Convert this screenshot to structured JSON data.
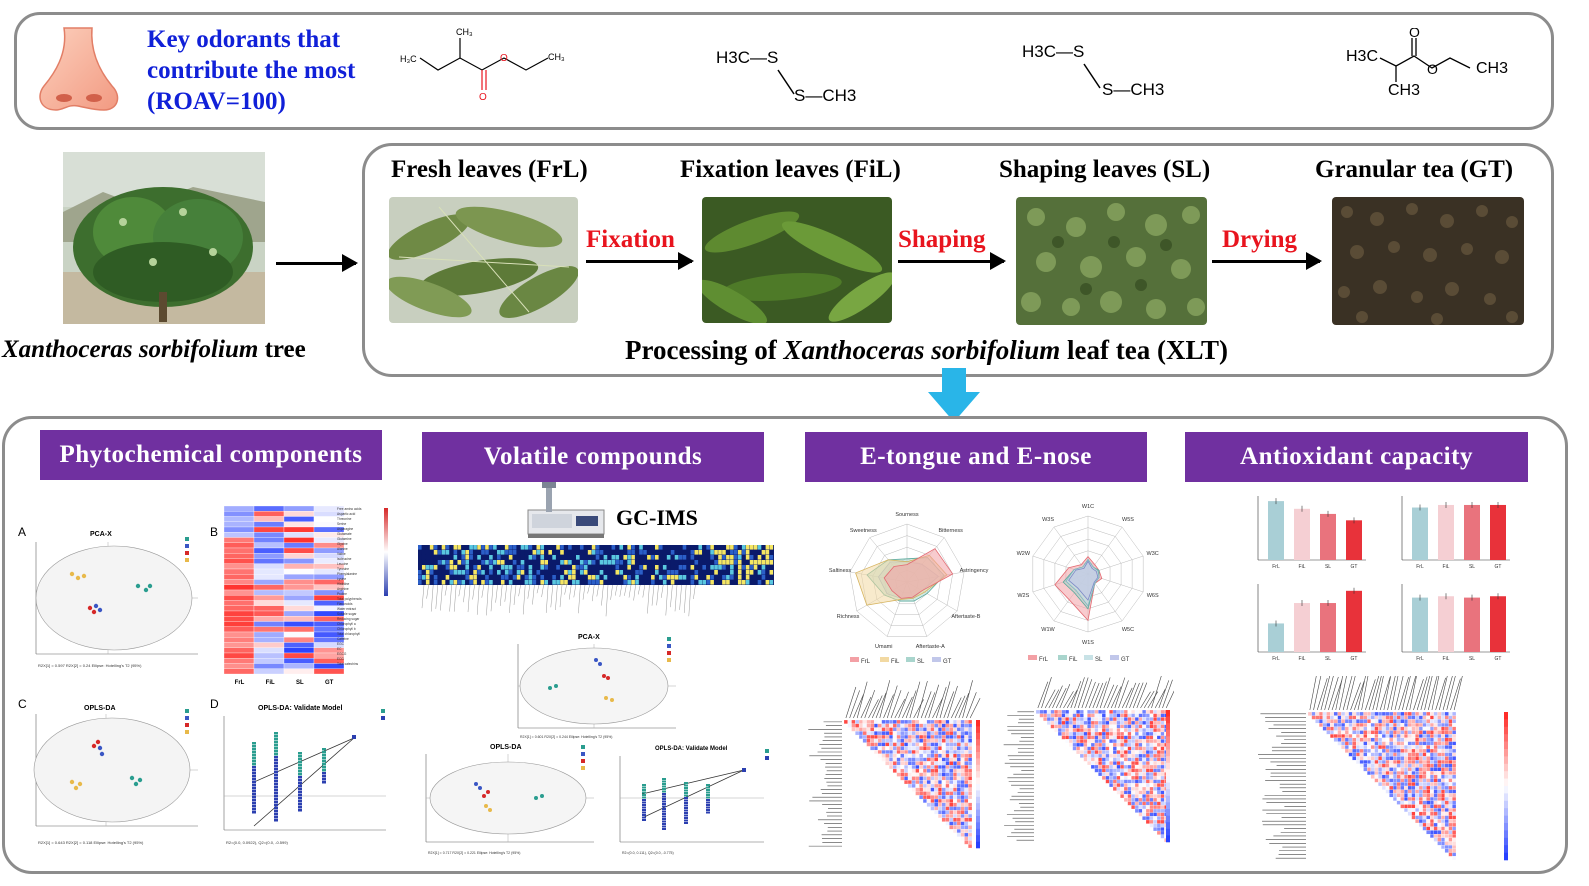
{
  "top_panel": {
    "title_lines": [
      "Key odorants that",
      "contribute the most",
      "(ROAV=100)"
    ],
    "structures": [
      {
        "label": "ethyl 2-methylbutanoate structure"
      },
      {
        "label": "dimethyl disulfide structure A",
        "top": "H3C—S",
        "bottom": "S—CH3"
      },
      {
        "label": "dimethyl disulfide structure B",
        "top": "H3C—S",
        "bottom": "S—CH3"
      },
      {
        "label": "ethyl isobutyrate structure",
        "left": "H3C",
        "bottom": "CH3",
        "right": "CH3"
      }
    ]
  },
  "tree": {
    "caption_italic": "Xanthoceras sorbifolium",
    "caption_rest": " tree"
  },
  "processing": {
    "stages": [
      "Fresh leaves (FrL)",
      "Fixation leaves (FiL)",
      "Shaping leaves (SL)",
      "Granular tea (GT)"
    ],
    "steps": [
      "Fixation",
      "Shaping",
      "Drying"
    ],
    "caption_pre": "Processing of ",
    "caption_italic": "Xanthoceras sorbifolium",
    "caption_post": " leaf tea (XLT)"
  },
  "sections": [
    {
      "title": "Phytochemical components"
    },
    {
      "title": "Volatile compounds"
    },
    {
      "title": "E-tongue and E-nose"
    },
    {
      "title": "Antioxidant capacity"
    }
  ],
  "phyto": {
    "panel_letters": [
      "A",
      "B",
      "C",
      "D"
    ],
    "pca_title": "PCA-X",
    "oplsda_title": "OPLS-DA",
    "validate_title": "OPLS-DA: Validate Model",
    "heatmap_x": [
      "FrL",
      "FiL",
      "SL",
      "GT"
    ]
  },
  "volatile": {
    "gcims": "GC-IMS",
    "pca_title": "PCA-X",
    "oplsda_title": "OPLS-DA",
    "validate_title": "OPLS-DA: Validate Model"
  },
  "etongue": {
    "axes": [
      "Sourness",
      "Bitterness",
      "Astringency",
      "Aftertaste-B",
      "Aftertaste-A",
      "Umami",
      "Richness",
      "Saltiness",
      "Sweetness"
    ],
    "legend": [
      "FrL",
      "FiL",
      "SL",
      "GT"
    ]
  },
  "enose": {
    "axes": [
      "W1C",
      "W5S",
      "W3C",
      "W6S",
      "W5C",
      "W1S",
      "W1W",
      "W2S",
      "W2W",
      "W3S"
    ],
    "legend": [
      "FrL",
      "FiL",
      "SL",
      "GT"
    ]
  },
  "antioxidant": {
    "x_labels": [
      "FrL",
      "FiL",
      "SL",
      "GT"
    ],
    "colors": [
      "#a9cfd6",
      "#f5cfd3",
      "#e9737d",
      "#e8323a"
    ]
  }
}
